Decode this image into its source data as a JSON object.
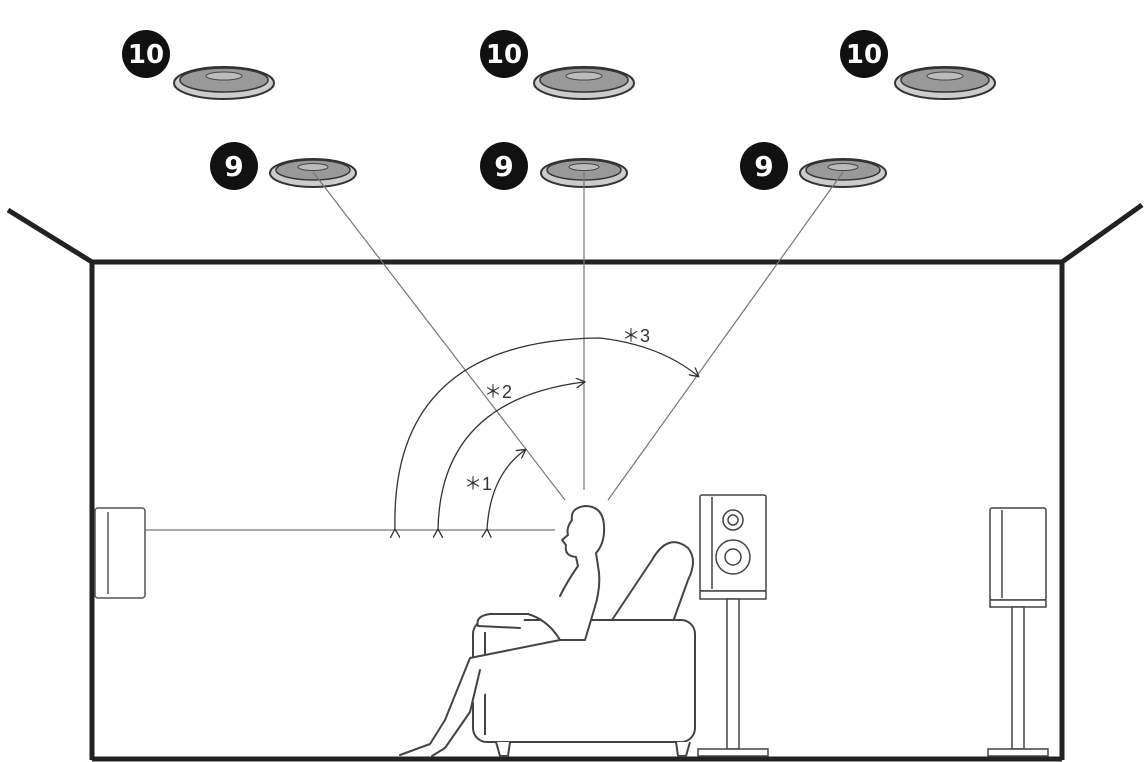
{
  "diagram": {
    "upper_row_badge": "10",
    "lower_row_badge": "9",
    "angle_labels": {
      "a1": "＊1",
      "a2": "＊2",
      "a3": "＊3"
    },
    "colors": {
      "line": "#222222",
      "speaker_fill": "#999999",
      "speaker_rim": "#333333",
      "badge_fill": "#111111",
      "thin_line": "#777777",
      "furniture": "#444444"
    }
  }
}
